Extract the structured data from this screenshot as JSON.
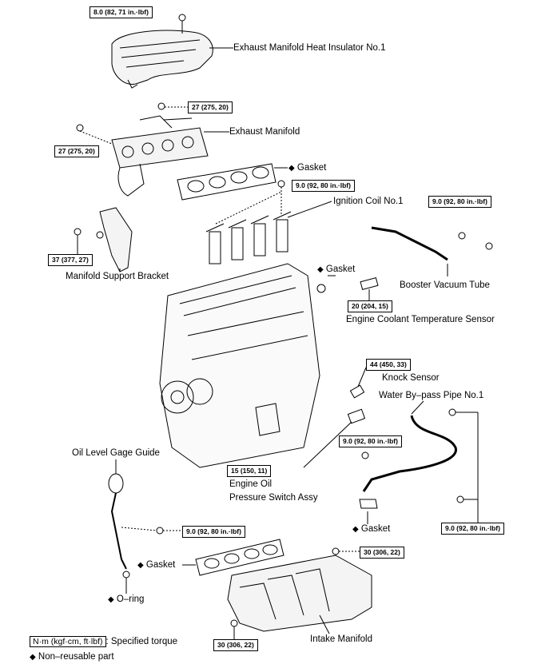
{
  "parts": {
    "heat_insulator": "Exhaust Manifold Heat Insulator No.1",
    "exhaust_manifold": "Exhaust Manifold",
    "gasket_exhaust": "Gasket",
    "ignition_coil": "Ignition Coil No.1",
    "support_bracket": "Manifold Support Bracket",
    "booster_tube": "Booster Vacuum Tube",
    "gasket_ect": "Gasket",
    "ect_sensor": "Engine Coolant Temperature Sensor",
    "knock_sensor": "Knock Sensor",
    "water_pipe": "Water By–pass Pipe No.1",
    "oil_gage_guide": "Oil Level Gage Guide",
    "oil_pressure_1": "Engine Oil",
    "oil_pressure_2": "Pressure Switch Assy",
    "gasket_pipe": "Gasket",
    "gasket_intake": "Gasket",
    "o_ring": "O–ring",
    "intake_manifold": "Intake Manifold"
  },
  "torques": {
    "insulator": "8.0 (82, 71 in.·lbf)",
    "exh_upper": "27 (275, 20)",
    "exh_left": "27 (275, 20)",
    "coil": "9.0 (92, 80 in.·lbf)",
    "booster": "9.0 (92, 80 in.·lbf)",
    "bracket": "37 (377, 27)",
    "ect": "20 (204, 15)",
    "knock": "44 (450, 33)",
    "pipe_bolt": "9.0 (92, 80 in.·lbf)",
    "oil_switch": "15 (150, 11)",
    "gage_guide": "9.0 (92, 80 in.·lbf)",
    "pipe_right": "9.0 (92, 80 in.·lbf)",
    "intake_upper": "30 (306, 22)",
    "intake_lower": "30 (306, 22)"
  },
  "legend": {
    "unit_box": "N·m (kgf·cm, ft·lbf)",
    "unit_text": ": Specified torque",
    "nonreusable": "Non–reusable part"
  },
  "symbols": {
    "diamond": "◆"
  }
}
